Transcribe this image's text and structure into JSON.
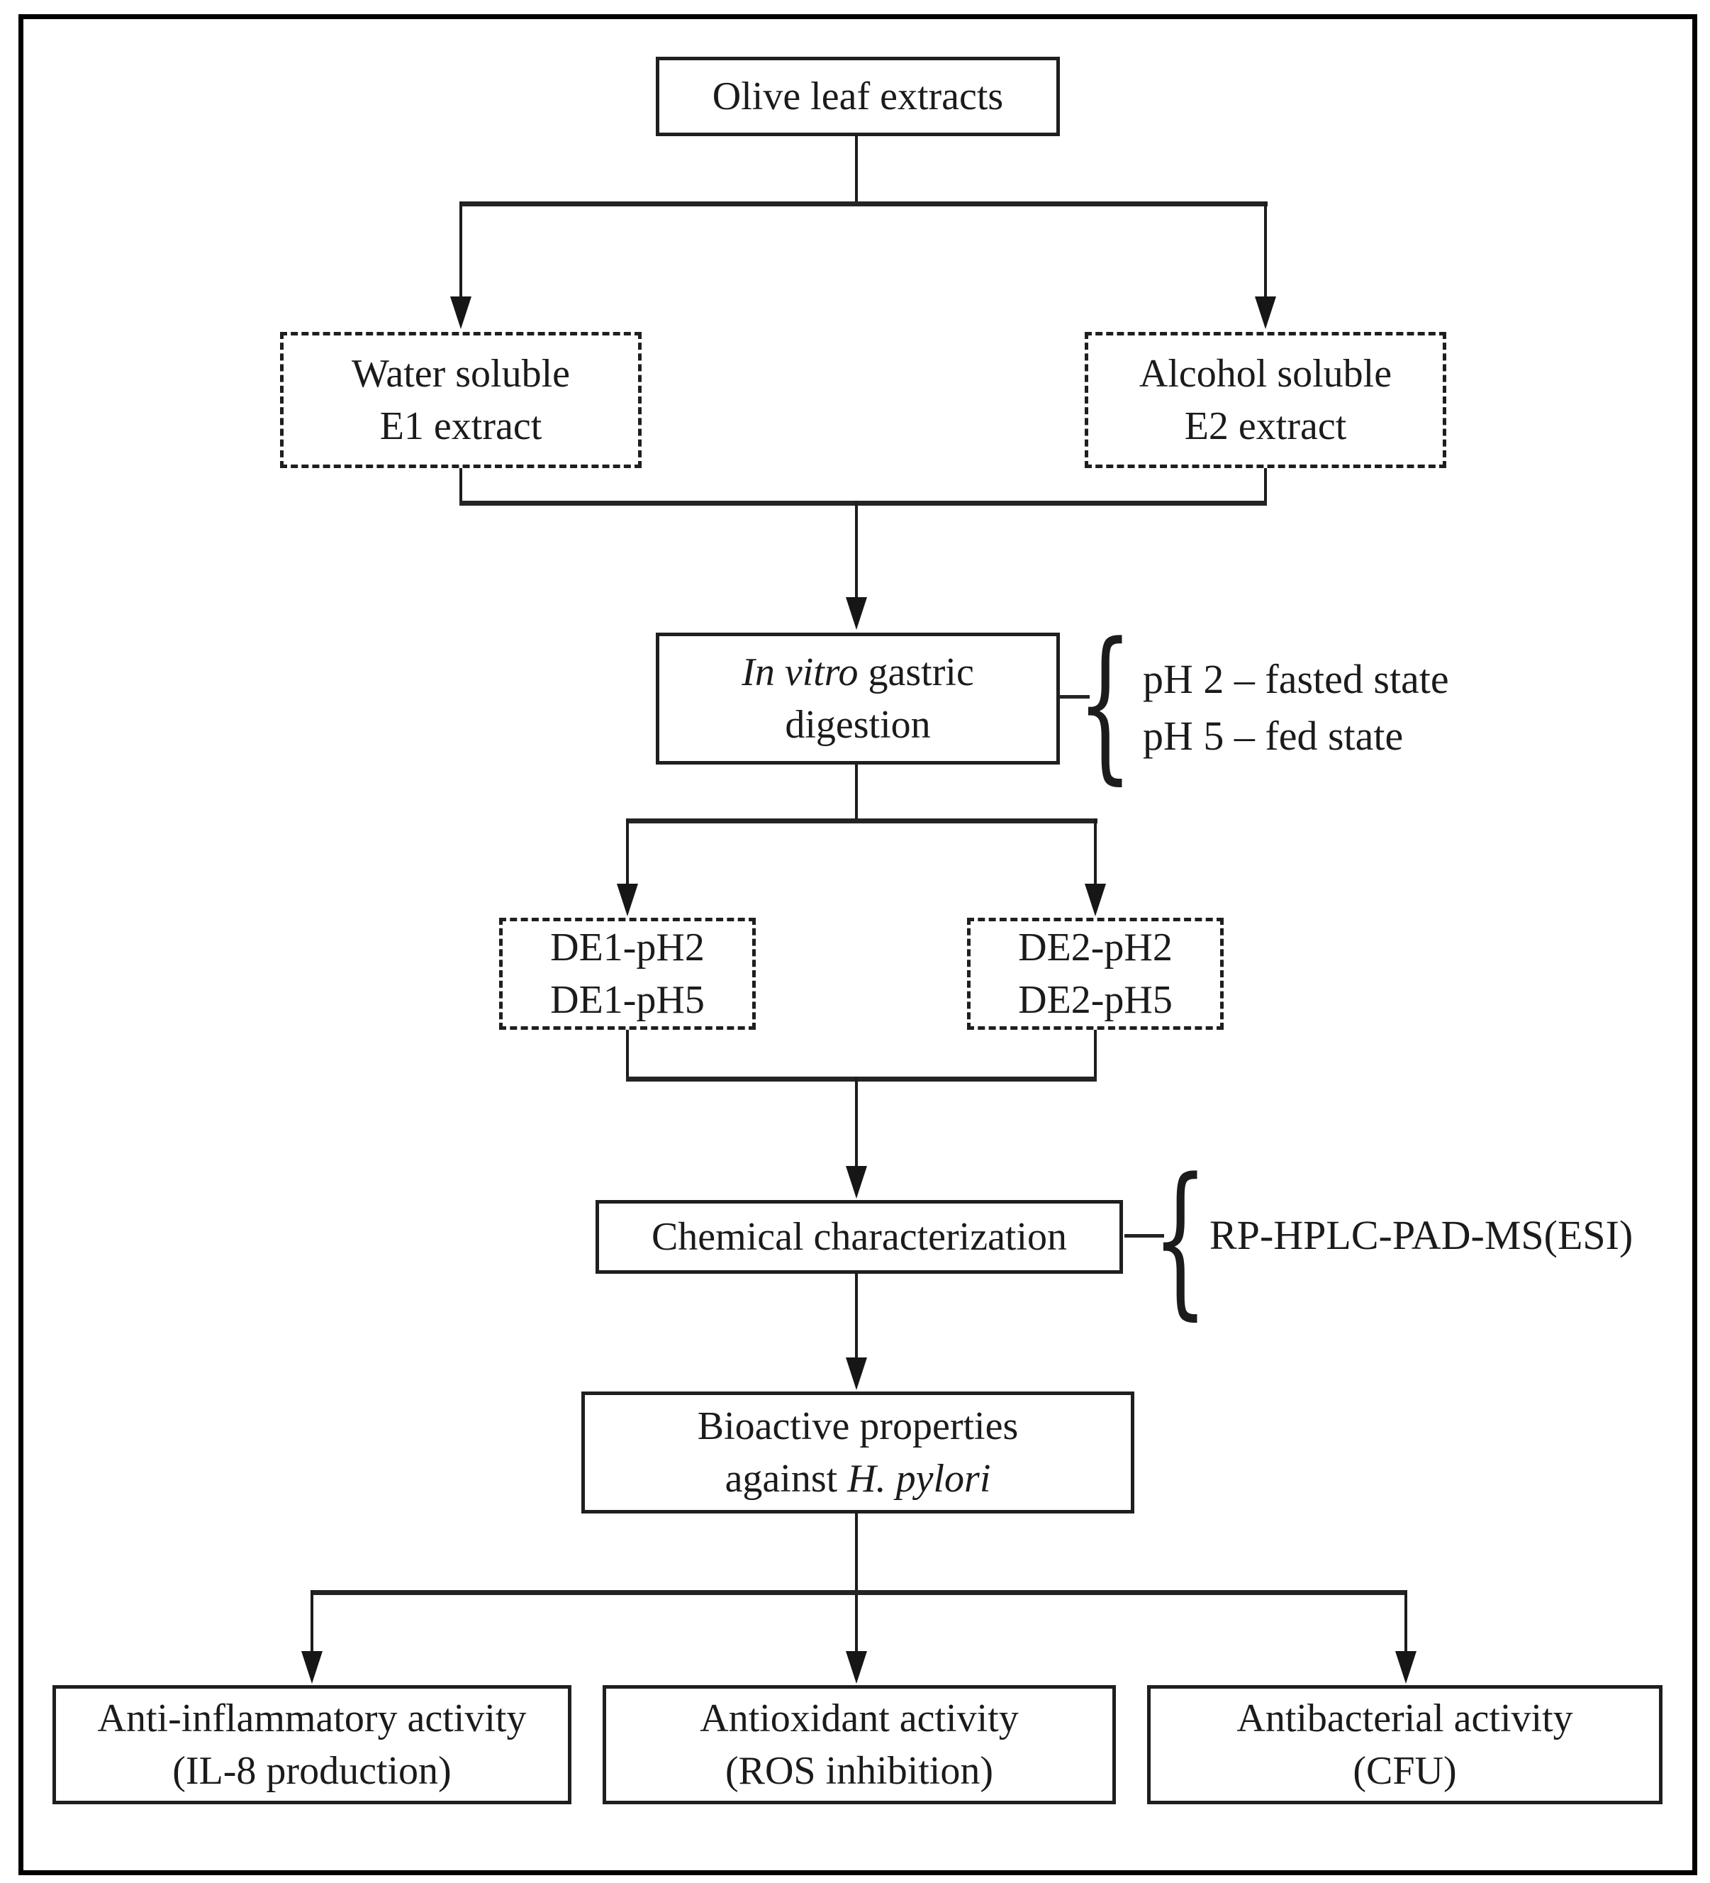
{
  "flowchart": {
    "nodes": {
      "olive_leaf_extracts": {
        "label": "Olive leaf extracts"
      },
      "water_soluble": {
        "lines": [
          "Water soluble",
          "E1 extract"
        ]
      },
      "alcohol_soluble": {
        "lines": [
          "Alcohol soluble",
          "E2 extract"
        ]
      },
      "gastric_digestion": {
        "line1_italic": "In vitro",
        "line1_rest": " gastric",
        "line2": "digestion"
      },
      "de1": {
        "lines": [
          "DE1-pH2",
          "DE1-pH5"
        ]
      },
      "de2": {
        "lines": [
          "DE2-pH2",
          "DE2-pH5"
        ]
      },
      "chemical_characterization": {
        "label": "Chemical characterization"
      },
      "bioactive_properties": {
        "line1": "Bioactive properties",
        "line2_prefix": "against ",
        "line2_italic": "H. pylori"
      },
      "anti_inflammatory": {
        "lines": [
          "Anti-inflammatory activity",
          "(IL-8 production)"
        ]
      },
      "antioxidant": {
        "lines": [
          "Antioxidant activity",
          "(ROS inhibition)"
        ]
      },
      "antibacterial": {
        "lines": [
          "Antibacterial activity",
          "(CFU)"
        ]
      }
    },
    "annotations": {
      "ph_conditions": {
        "lines": [
          "pH 2 – fasted state",
          "pH 5 – fed state"
        ]
      },
      "method": "RP-HPLC-PAD-MS(ESI)"
    },
    "icons": {
      "left_curly_brace": "{"
    },
    "colors": {
      "ink": "#1c1c1c",
      "background": "#ffffff"
    }
  }
}
